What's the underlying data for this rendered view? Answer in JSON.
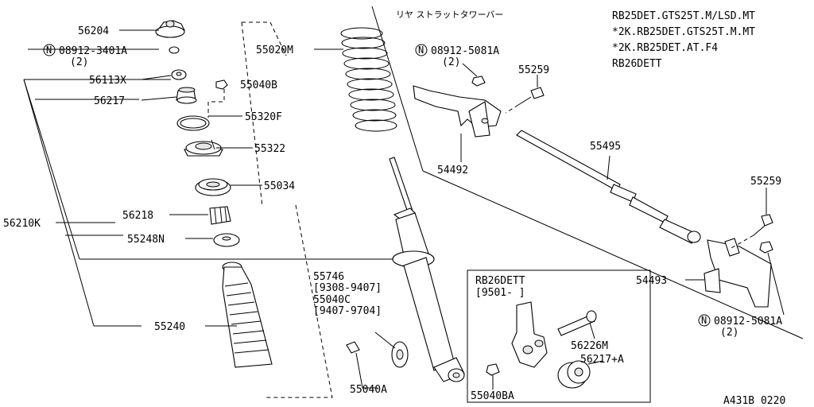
{
  "title_jp": "リヤ  ストラットタワーバー",
  "applicability": [
    "RB25DET.GTS25T.M/LSD.MT",
    "*2K.RB25DET.GTS25T.M.MT",
    "*2K.RB25DET.AT.F4",
    "RB26DETT"
  ],
  "parts": {
    "p56204": "56204",
    "p08912_3401a": "08912-3401A",
    "p08912_3401a_qty": "(2)",
    "p56113x": "56113X",
    "p56217": "56217",
    "p55040b": "55040B",
    "p55320f": "55320F",
    "p55322": "55322",
    "p55034": "55034",
    "p56218": "56218",
    "p56210k": "56210K",
    "p55248n": "55248N",
    "p55240": "55240",
    "p55020m": "55020M",
    "p55746": "55746",
    "p55746_range": "[9308-9407]",
    "p55040c": "55040C",
    "p55040c_range": "[9407-9704]",
    "p55040a": "55040A",
    "p08912_5081a_top": "08912-5081A",
    "p08912_5081a_top_qty": "(2)",
    "p55259_top": "55259",
    "p54492": "54492",
    "p55495": "55495",
    "p55259_right": "55259",
    "p54493": "54493",
    "p08912_5081a_bot": "08912-5081A",
    "p08912_5081a_bot_qty": "(2)"
  },
  "inset": {
    "title": "RB26DETT",
    "range": "[9501-      ]",
    "p56226m": "56226M",
    "p56217a": "56217+A",
    "p55040ba": "55040BA"
  },
  "nut_symbol": "N",
  "figure_code": "A431B 0220"
}
